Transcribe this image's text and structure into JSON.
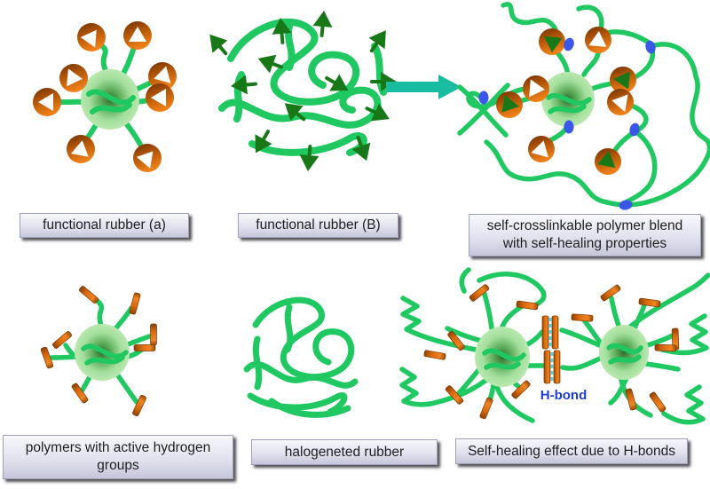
{
  "panels": [
    {
      "name": "functional-rubber-a",
      "label": "functional rubber (a)"
    },
    {
      "name": "functional-rubber-b",
      "label": "functional rubber (B)"
    },
    {
      "name": "self-crosslinkable-blend",
      "label": "self-crosslinkable polymer blend with self-healing properties"
    },
    {
      "name": "active-hydrogen-polymers",
      "label": "polymers with active hydrogen groups"
    },
    {
      "name": "halogeneted-rubber",
      "label": "halogeneted rubber"
    },
    {
      "name": "self-healing-effect",
      "label": "Self-healing effect due to H-bonds"
    }
  ],
  "annotations": {
    "h_bond": "H-bond"
  },
  "icons": {
    "arrow-right-icon": "→",
    "white-triangle-pendant-icon": "▲",
    "dark-triangle-pendant-icon": "▲",
    "crosslink-node-icon": "●",
    "hydrogen-rod-icon": "▮",
    "polymer-coil-icon": "∿"
  },
  "colors": {
    "background": "#ffffff",
    "chain_green": "#1fc860",
    "dark_green": "#187818",
    "blob_core": "#2f6b2f",
    "blob_light": "#c8eebd",
    "orange": "#d9680e",
    "orange_dark": "#7c3a03",
    "blue_node": "#3a57e8",
    "teal_arrow": "#17bca1",
    "cyan_bond": "#3fd4f0",
    "hbond_text": "#1d3fd0",
    "label_text": "#1f1f1f",
    "label_border": "#a0a0b8",
    "label_top": "#f7f7fc",
    "label_bottom": "#c6c6db"
  }
}
